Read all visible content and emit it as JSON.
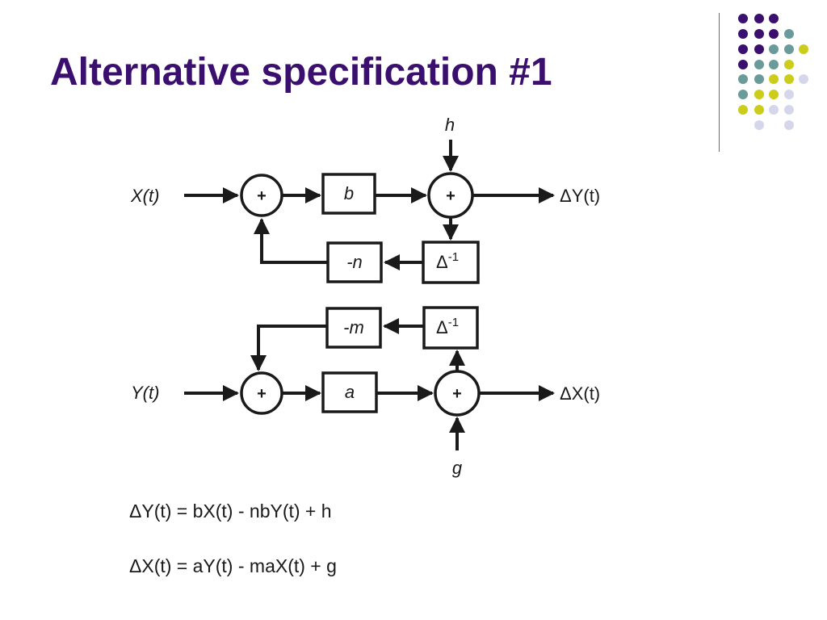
{
  "slide": {
    "title": "Alternative specification #1"
  },
  "decoration": {
    "dot_colors": {
      "purple": "#3a0f6e",
      "teal": "#6a9a9a",
      "yellow": "#cccc1a",
      "lavender": "#d6d6ea"
    }
  },
  "diagram_top": {
    "input": "X(t)",
    "sum1": "+",
    "gain": "b",
    "sum2": "+",
    "external_input": "h",
    "output": "ΔY(t)",
    "delay": "Δ",
    "delay_exp": "-1",
    "feedback_gain": "-n"
  },
  "diagram_bottom": {
    "input": "Y(t)",
    "sum1": "+",
    "gain": "a",
    "sum2": "+",
    "external_input": "g",
    "output": "ΔX(t)",
    "delay": "Δ",
    "delay_exp": "-1",
    "feedback_gain": "-m"
  },
  "equations": {
    "eq1": "ΔY(t) = bX(t) - nbY(t) + h",
    "eq2": "ΔX(t) = aY(t) - maX(t) + g"
  }
}
